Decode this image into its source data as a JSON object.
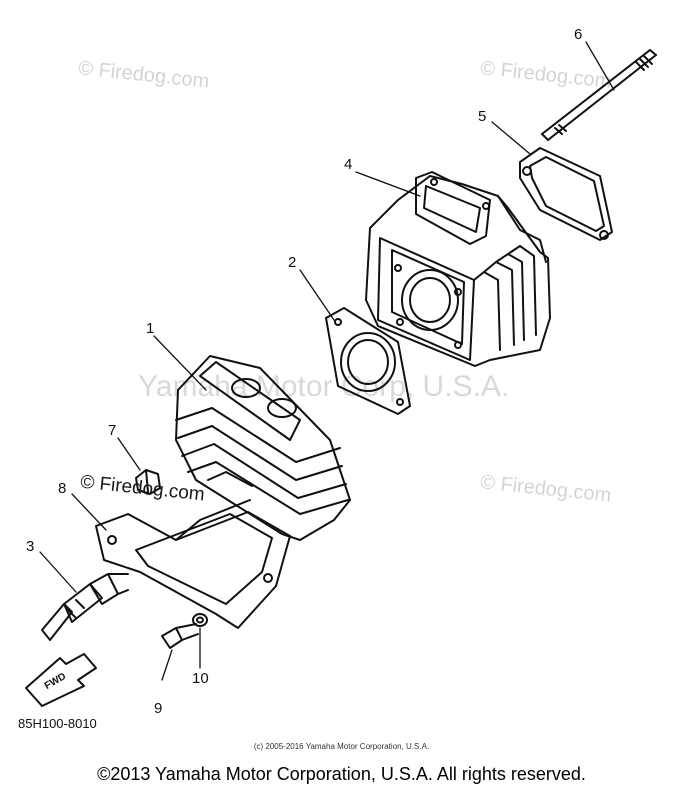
{
  "watermarks": {
    "top_left": "© Firedog.com",
    "top_right": "© Firedog.com",
    "right_mid": "© Firedog.com",
    "left_mid": "© Firedog.com",
    "center": "Yamaha Motor Corp, U.S.A."
  },
  "callouts": [
    "1",
    "2",
    "3",
    "4",
    "5",
    "6",
    "7",
    "8",
    "9",
    "10"
  ],
  "direction_badge": "FWD",
  "figure_id": "85H100-8010",
  "small_copyright": "(c) 2005-2016 Yamaha Motor Corporation, U.S.A.",
  "footer": "©2013 Yamaha Motor Corporation, U.S.A. All rights reserved."
}
